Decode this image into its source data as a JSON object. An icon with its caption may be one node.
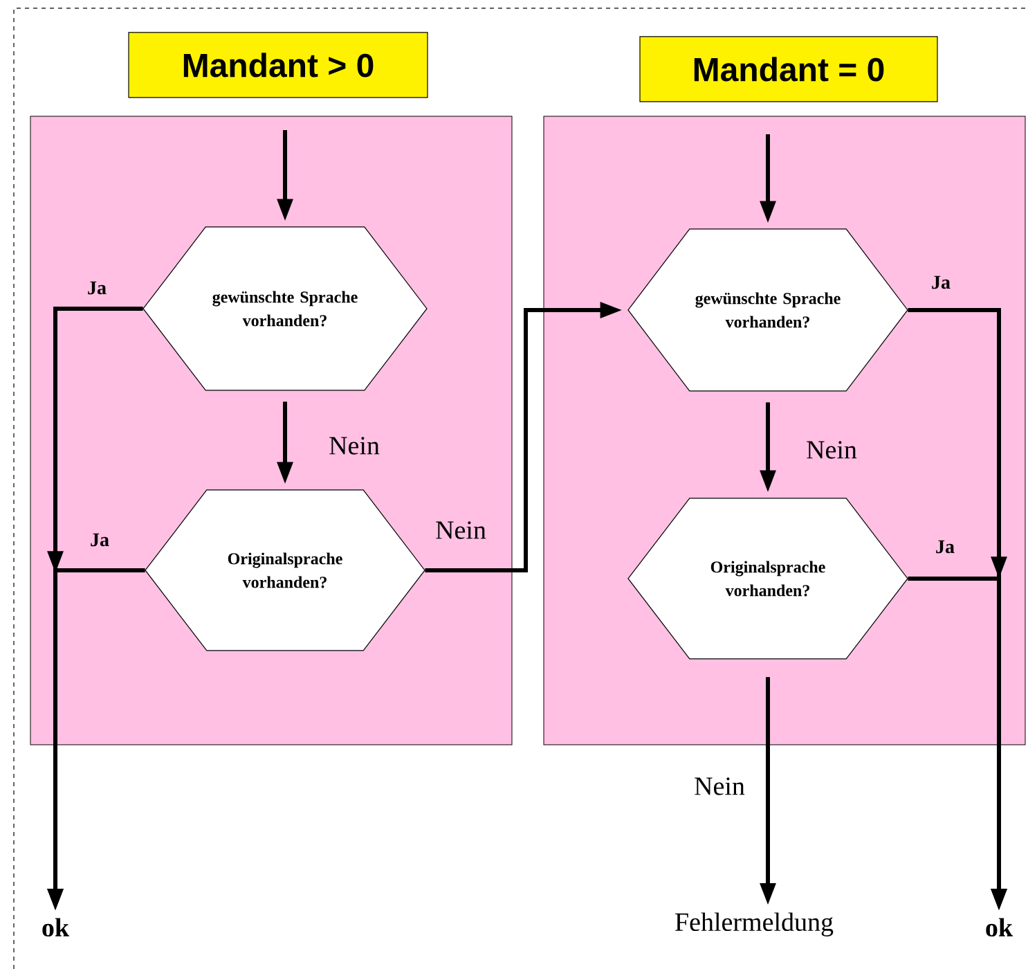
{
  "diagram": {
    "nodes": [
      {
        "text": [
          "Mandant > 0"
        ]
      },
      {
        "text": [],
        "shape": "box"
      },
      {
        "text": [
          "gewünschte Sprache vorhanden?"
        ],
        "in": 1
      },
      {
        "text": [
          "Originalsprache vorhanden?"
        ],
        "in": 1
      },
      {
        "text": [
          "Mandant = 0"
        ]
      },
      {
        "text": [],
        "shape": "box"
      },
      {
        "text": [
          "gewünschte Sprache vorhanden?"
        ],
        "in": 5
      },
      {
        "text": [
          "Originalsprache vorhanden?"
        ],
        "in": 5
      },
      {
        "text": [
          "ok"
        ]
      },
      {
        "text": [
          "Fehlermeldung"
        ]
      },
      {
        "text": [
          "ok"
        ]
      }
    ],
    "edges": [
      {
        "from": null,
        "to": 2,
        "arrow": "to"
      },
      {
        "from": 2,
        "to": 3,
        "arrow": "to",
        "label": "Nein"
      },
      {
        "from": 2,
        "to": 8,
        "arrow": "to",
        "label": "Ja"
      },
      {
        "from": 3,
        "to": 8,
        "arrow": "to",
        "label": "Ja"
      },
      {
        "from": 3,
        "to": 6,
        "arrow": "to",
        "label": "Nein"
      },
      {
        "from": null,
        "to": 6,
        "arrow": "to"
      },
      {
        "from": 6,
        "to": 7,
        "arrow": "to",
        "label": "Nein"
      },
      {
        "from": 6,
        "to": 10,
        "arrow": "to",
        "label": "Ja"
      },
      {
        "from": 7,
        "to": 10,
        "arrow": "to",
        "label": "Ja"
      },
      {
        "from": 7,
        "to": 9,
        "arrow": "to",
        "label": "Nein"
      }
    ]
  }
}
